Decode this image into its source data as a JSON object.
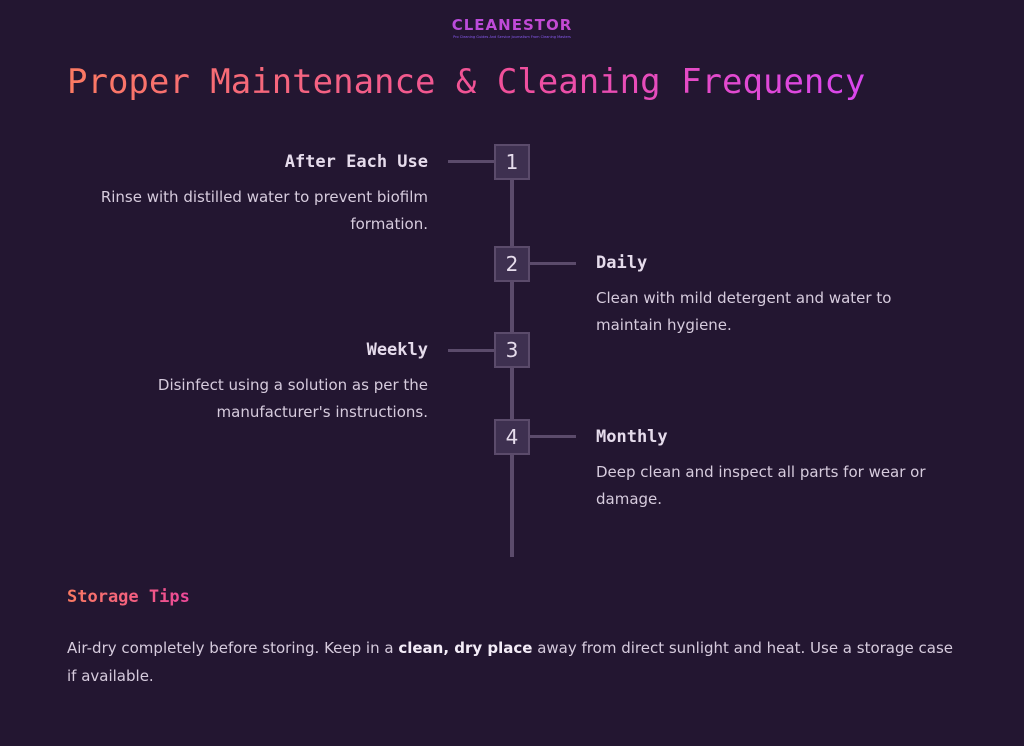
{
  "logo": {
    "name": "CLEANESTOR",
    "tagline": "Pro Cleaning Guides And Service Journalism From Cleaning Masters"
  },
  "title": "Proper Maintenance & Cleaning Frequency",
  "steps": [
    {
      "number": "1",
      "heading": "After Each Use",
      "desc": "Rinse with distilled water to prevent biofilm formation."
    },
    {
      "number": "2",
      "heading": "Daily",
      "desc": "Clean with mild detergent and water to maintain hygiene."
    },
    {
      "number": "3",
      "heading": "Weekly",
      "desc": "Disinfect using a solution as per the manufacturer's instructions."
    },
    {
      "number": "4",
      "heading": "Monthly",
      "desc": "Deep clean and inspect all parts for wear or damage."
    }
  ],
  "storage": {
    "title": "Storage Tips",
    "text_before": "Air-dry completely before storing. Keep in a ",
    "bold": "clean, dry place",
    "text_after": " away from direct sunlight and heat. Use a storage case if available."
  },
  "colors": {
    "background": "#231631",
    "accent_start": "#fb7a62",
    "accent_end": "#d946ef",
    "line": "#5b4b6b"
  }
}
